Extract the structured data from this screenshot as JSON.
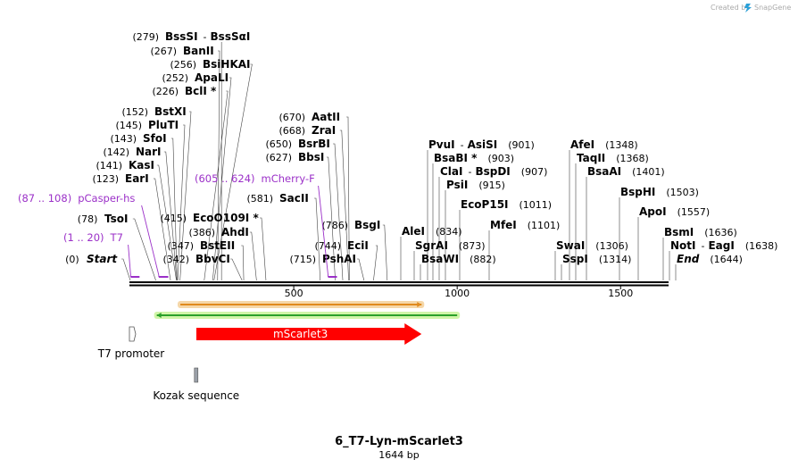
{
  "branding": {
    "created_by": "Created by",
    "product": "SnapGene"
  },
  "map": {
    "name": "6_T7-Lyn-mScarlet3",
    "length_label": "1644 bp",
    "length_bp": 1644
  },
  "axis": {
    "ticks": [
      {
        "label": "500",
        "bp": 500
      },
      {
        "label": "1000",
        "bp": 1000
      },
      {
        "label": "1500",
        "bp": 1500
      }
    ]
  },
  "sites": [
    {
      "pos": "(279)",
      "name": "BssSI",
      "sep": "-",
      "name2": "BssSαI",
      "bp": 279
    },
    {
      "pos": "(267)",
      "name": "BanII",
      "bp": 267
    },
    {
      "pos": "(256)",
      "name": "BsiHKAI",
      "bp": 256
    },
    {
      "pos": "(252)",
      "name": "ApaLI",
      "bp": 252
    },
    {
      "pos": "(226)",
      "name": "BclI *",
      "bp": 226
    },
    {
      "pos": "(152)",
      "name": "BstXI",
      "bp": 152
    },
    {
      "pos": "(145)",
      "name": "PluTI",
      "bp": 145
    },
    {
      "pos": "(143)",
      "name": "SfoI",
      "bp": 143
    },
    {
      "pos": "(142)",
      "name": "NarI",
      "bp": 142
    },
    {
      "pos": "(141)",
      "name": "KasI",
      "bp": 141
    },
    {
      "pos": "(123)",
      "name": "EarI",
      "bp": 123
    },
    {
      "pos": "(78)",
      "name": "TsoI",
      "bp": 78
    },
    {
      "pos": "(0)",
      "name": "Start",
      "italic": true,
      "bp": 0
    },
    {
      "pos": "(415)",
      "name": "EcoO109I *",
      "bp": 415
    },
    {
      "pos": "(386)",
      "name": "AhdI",
      "bp": 386
    },
    {
      "pos": "(347)",
      "name": "BstEII",
      "bp": 347
    },
    {
      "pos": "(342)",
      "name": "BbvCI",
      "bp": 342
    },
    {
      "pos": "(670)",
      "name": "AatII",
      "bp": 670
    },
    {
      "pos": "(668)",
      "name": "ZraI",
      "bp": 668
    },
    {
      "pos": "(650)",
      "name": "BsrBI",
      "bp": 650
    },
    {
      "pos": "(627)",
      "name": "BbsI",
      "bp": 627
    },
    {
      "pos": "(581)",
      "name": "SacII",
      "bp": 581
    },
    {
      "pos": "(786)",
      "name": "BsgI",
      "bp": 786
    },
    {
      "pos": "(744)",
      "name": "EciI",
      "bp": 744
    },
    {
      "pos": "(715)",
      "name": "PshAI",
      "bp": 715
    },
    {
      "name": "PvuI",
      "sep": "-",
      "name2": "AsiSI",
      "pos": "(901)",
      "bp": 901
    },
    {
      "name": "BsaBI *",
      "pos": "(903)",
      "bp": 903
    },
    {
      "name": "ClaI",
      "sep": "-",
      "name2": "BspDI",
      "pos": "(907)",
      "bp": 907
    },
    {
      "name": "PsiI",
      "pos": "(915)",
      "bp": 915
    },
    {
      "name": "EcoP15I",
      "pos": "(1011)",
      "bp": 1011
    },
    {
      "name": "AleI",
      "pos": "(834)",
      "bp": 834
    },
    {
      "name": "MfeI",
      "pos": "(1101)",
      "bp": 1101
    },
    {
      "name": "SgrAI",
      "pos": "(873)",
      "bp": 873
    },
    {
      "name": "BsaWI",
      "pos": "(882)",
      "bp": 882
    },
    {
      "name": "AfeI",
      "pos": "(1348)",
      "bp": 1348
    },
    {
      "name": "TaqII",
      "pos": "(1368)",
      "bp": 1368
    },
    {
      "name": "BsaAI",
      "pos": "(1401)",
      "bp": 1401
    },
    {
      "name": "BspHI",
      "pos": "(1503)",
      "bp": 1503
    },
    {
      "name": "ApoI",
      "pos": "(1557)",
      "bp": 1557
    },
    {
      "name": "SwaI",
      "pos": "(1306)",
      "bp": 1306
    },
    {
      "name": "SspI",
      "pos": "(1314)",
      "bp": 1314
    },
    {
      "name": "BsmI",
      "pos": "(1636)",
      "bp": 1636
    },
    {
      "name": "NotI",
      "sep": "-",
      "name2": "EagI",
      "pos": "(1638)",
      "bp": 1638
    },
    {
      "name": "End",
      "italic": true,
      "pos": "(1644)",
      "bp": 1644
    }
  ],
  "primers": [
    {
      "range": "(87 .. 108)",
      "name": "pCasper-hs",
      "start": 87,
      "end": 108
    },
    {
      "range": "(1 .. 20)",
      "name": "T7",
      "start": 1,
      "end": 20
    },
    {
      "range": "(605 .. 624)",
      "name": "mCherry-F",
      "start": 605,
      "end": 624
    }
  ],
  "features": [
    {
      "name": "T7 promoter",
      "color": "#ffffff",
      "start": 0,
      "end": 19
    },
    {
      "name": "mScarlet3",
      "color": "#ff0000",
      "start": 202,
      "end": 891
    },
    {
      "name": "Kozak sequence",
      "color": "#9aa0a8",
      "start": 196,
      "end": 205
    }
  ],
  "orfs": [
    {
      "start": 153,
      "end": 891,
      "color": "#e08a1e",
      "glow": "#f5d7a8"
    },
    {
      "start": 81,
      "end": 1000,
      "color": "#2aa02a",
      "glow": "#d0f5a8"
    }
  ],
  "colors": {
    "primer": "#9b30c8",
    "brand_logo": "#2aa0d8"
  }
}
